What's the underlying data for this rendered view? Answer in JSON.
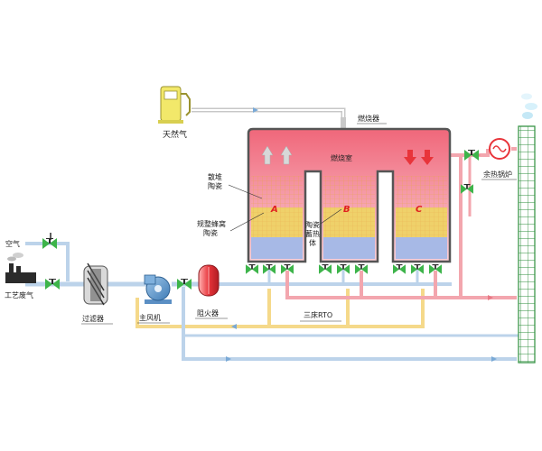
{
  "labels": {
    "natural_gas": "天然气",
    "burner": "燃烧器",
    "combustion_chamber": "燃烧室",
    "loose_ceramic_line1": "散堆",
    "loose_ceramic_line2": "陶瓷",
    "honeycomb_line1": "规整蜂窝",
    "honeycomb_line2": "陶瓷",
    "storage_line1": "陶瓷",
    "storage_line2": "蓄热",
    "storage_line3": "体",
    "air": "空气",
    "process_gas": "工艺废气",
    "filter": "过滤器",
    "main_fan": "主风机",
    "flame_arrester": "阻火器",
    "rto": "三床RTO",
    "waste_heat_boiler": "余热锅炉",
    "bed_a": "A",
    "bed_b": "B",
    "bed_c": "C"
  },
  "colors": {
    "hot_zone_top": "#f06c7c",
    "hot_zone_bottom": "#f9c7cf",
    "yellow_zone": "#efd16a",
    "blue_zone": "#a7b9e6",
    "hot_pipe": "#f3a6ae",
    "cold_pipe": "#bcd3ea",
    "gas_pipe": "#c8c8c8",
    "valve_green": "#3db44a",
    "stack_green": "#2f8f3e"
  },
  "icons": [
    "fuel-pump-icon",
    "factory-icon",
    "fan-icon",
    "boiler-icon",
    "valve-icon",
    "flame-icon"
  ]
}
